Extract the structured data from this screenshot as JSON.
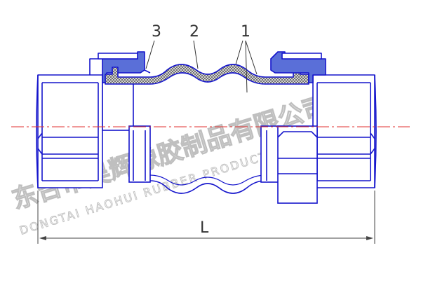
{
  "drawing": {
    "callouts": {
      "part3": "3",
      "part2": "2",
      "part1": "1"
    },
    "dimension": {
      "length": "L"
    }
  },
  "watermark": {
    "company_cn": "东台市昊辉橡胶制品有限公司",
    "company_en": "DONGTAI HAOHUI RUBBER PRODUCTS CO.,LTD."
  },
  "colors": {
    "outline": "#1515cc",
    "fill": "#5a6fd8",
    "centerline": "#e03030",
    "dimension": "#444444",
    "watermark": "#c8c8c8"
  }
}
